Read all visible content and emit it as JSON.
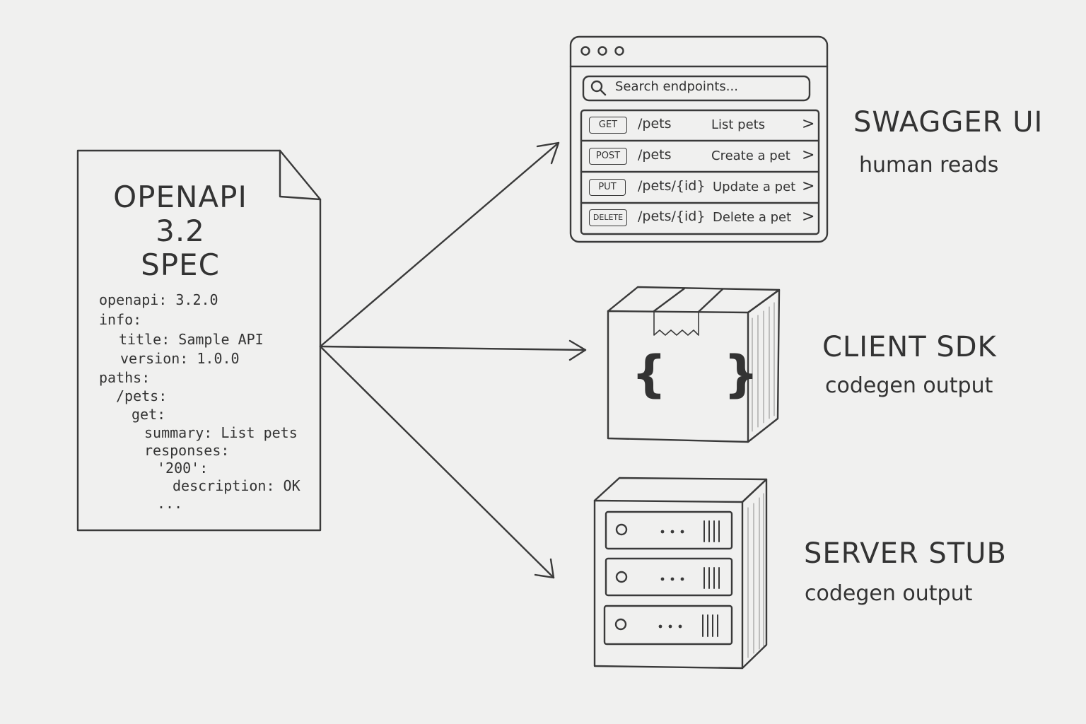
{
  "spec": {
    "title_lines": [
      "OPENAPI",
      "3.2",
      "SPEC"
    ],
    "yaml_lines": [
      "openapi: 3.2.0",
      "info:",
      "title: Sample API",
      "version: 1.0.0",
      "paths:",
      "/pets:",
      "get:",
      "summary: List pets",
      "responses:",
      "'200':",
      "description: OK",
      "..."
    ]
  },
  "swagger": {
    "search_placeholder": "Search endpoints...",
    "endpoints": [
      {
        "method": "GET",
        "path": "/pets",
        "summary": "List pets"
      },
      {
        "method": "POST",
        "path": "/pets",
        "summary": "Create a pet"
      },
      {
        "method": "PUT",
        "path": "/pets/{id}",
        "summary": "Update a pet"
      },
      {
        "method": "DELETE",
        "path": "/pets/{id}",
        "summary": "Delete a pet"
      }
    ],
    "chevron": ">",
    "label": "SWAGGER UI",
    "sublabel": "human reads"
  },
  "client_sdk": {
    "glyph": "{ }",
    "label": "CLIENT SDK",
    "sublabel": "codegen output"
  },
  "server_stub": {
    "label": "SERVER STUB",
    "sublabel": "codegen output"
  },
  "colors": {
    "background": "#f0f0ef",
    "ink": "#333333"
  }
}
